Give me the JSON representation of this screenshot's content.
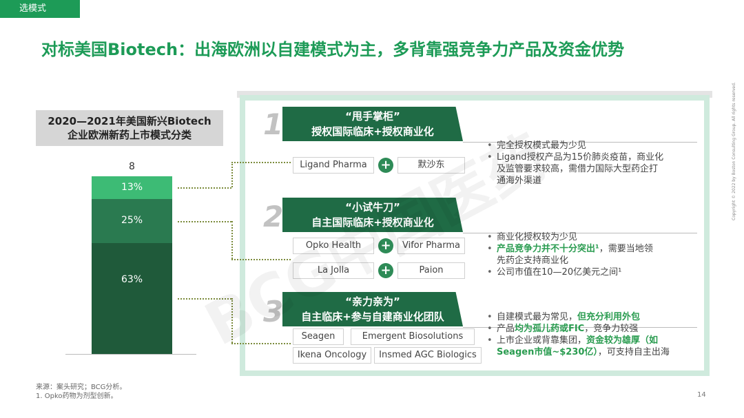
{
  "tag": "选模式",
  "title": "对标美国Biotech：出海欧洲以自建模式为主，多背靠强竞争力产品及资金优势",
  "left_chart": {
    "header_line1": "2020—2021年美国新兴Biotech",
    "header_line2": "企业欧洲新药上市模式分类",
    "total": "8"
  },
  "chart_data": {
    "type": "bar",
    "title": "2020—2021年美国新兴Biotech企业欧洲新药上市模式分类",
    "total": 8,
    "categories": [
      "1",
      "2",
      "3"
    ],
    "values": [
      13,
      25,
      63
    ],
    "labels": [
      "13%",
      "25%",
      "63%"
    ],
    "colors": [
      "#3dbb75",
      "#2a7a50",
      "#1f5a3a"
    ],
    "stacked": true
  },
  "sections": [
    {
      "num": "1",
      "hdr1": "“甩手掌柜”",
      "hdr2": "授权国际临床+授权商业化",
      "pills": [
        "Ligand Pharma",
        "默沙东"
      ],
      "bullets": [
        "完全授权模式最为少见",
        "Ligand授权产品为15价肺炎疫苗，商业化",
        "及监管要求较高，需借力国际大型药企打",
        "通海外渠道"
      ]
    },
    {
      "num": "2",
      "hdr1": "“小试牛刀”",
      "hdr2": "自主国际临床+授权商业化",
      "pills": [
        "Opko Health",
        "Vifor Pharma",
        "La Jolla",
        "Paion"
      ],
      "b1": "商业化授权较为少见",
      "b2_green": "产品竞争力并不十分突出¹",
      "b2_rest": "，需要当地领",
      "b2_cont": "先药企支持商业化",
      "b3": "公司市值在10—20亿美元之间¹"
    },
    {
      "num": "3",
      "hdr1": "“亲力亲为”",
      "hdr2": "自主临床+参与自建商业化团队",
      "pills": [
        "Seagen",
        "Emergent Biosolutions",
        "Ikena Oncology",
        "Insmed AGC Biologics"
      ],
      "b1_a": "自建模式最为常见，",
      "b1_green": "但充分利用外包",
      "b2_a": "产品",
      "b2_green": "均为孤儿药或FIC",
      "b2_rest": "，竞争力较强",
      "b3_a": "上市企业或背靠集团，",
      "b3_green": "资金较为雄厚（如",
      "b3_green2": "Seagen市值~$230亿）",
      "b3_rest": "，可支持自主出海"
    }
  ],
  "footnote1": "来源：案头研究；BCG分析。",
  "footnote2": "1. Opko药物为剂型创新。",
  "page_number": "14",
  "copyright": "Copyright © 2022 by Boston Consulting Group. All rights reserved.",
  "watermark": "BCG中国医药",
  "bullet_char": "•"
}
